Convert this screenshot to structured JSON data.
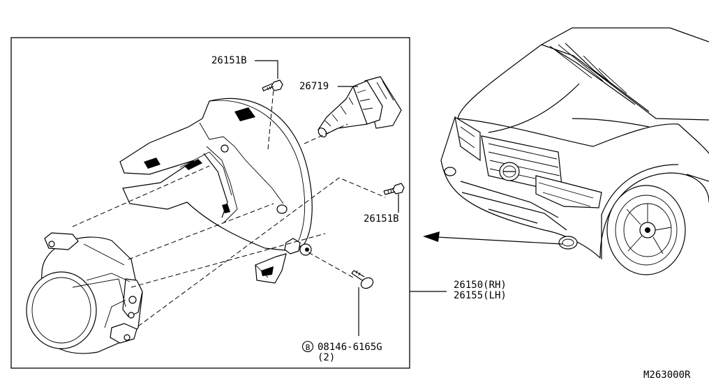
{
  "diagram": {
    "callouts": {
      "retainer_screw_top": "26151B",
      "bulb": "26719",
      "retainer_screw_side": "26151B",
      "lamp_rh": "26150(RH)",
      "lamp_lh": "26155(LH)",
      "bolt_code_symbol": "B",
      "bolt": "08146-6165G",
      "bolt_qty": "(2)"
    },
    "figure_code": "M263000R"
  }
}
